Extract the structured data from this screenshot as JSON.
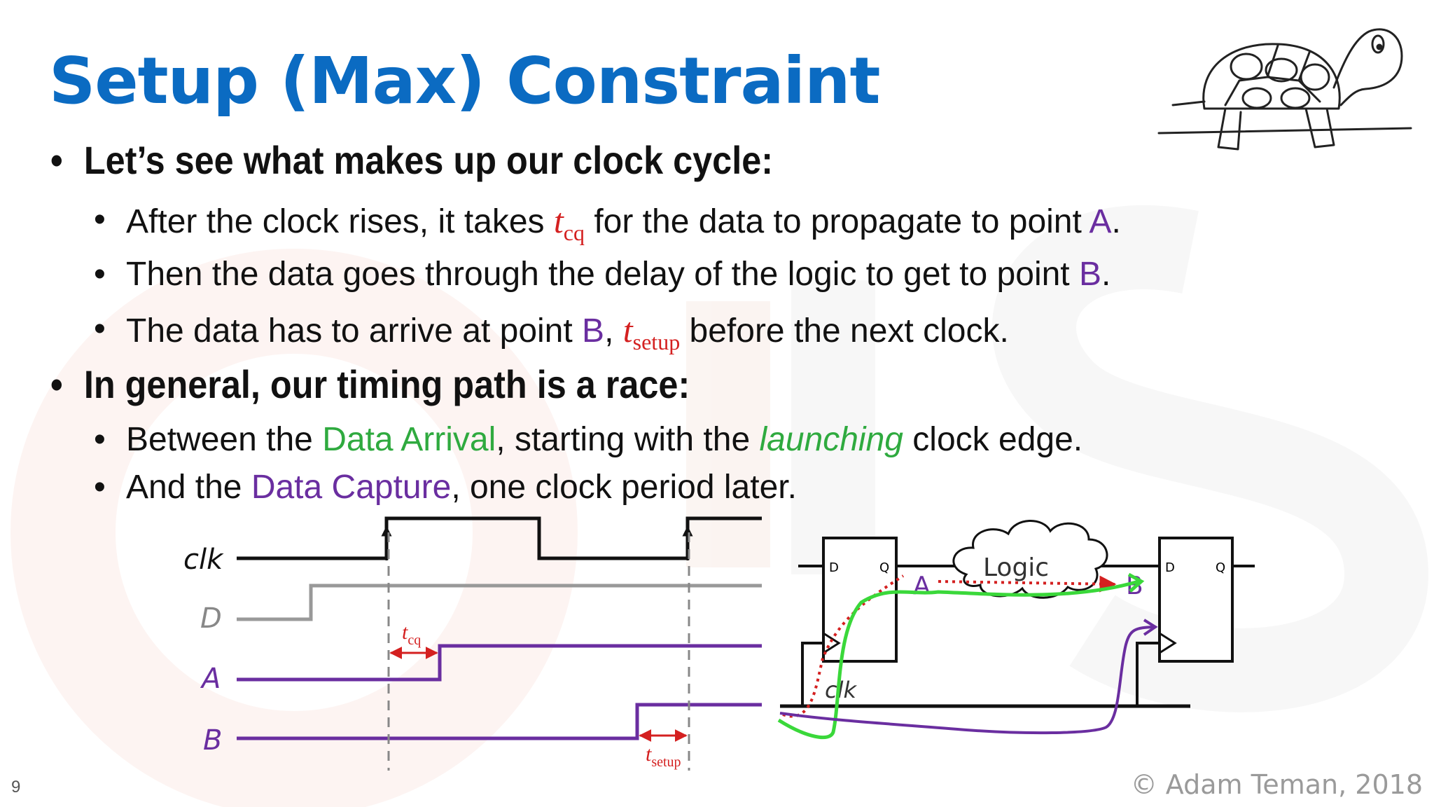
{
  "title": "Setup (Max) Constraint",
  "bullets": {
    "clock_cycle_heading": "Let’s see what makes up our clock cycle:",
    "tcq_line": {
      "pre": "After the clock rises, it takes ",
      "sym": "t",
      "sym_sub": "cq",
      "mid": " for the data to propagate to point ",
      "point": "A",
      "post": "."
    },
    "logic_line": {
      "pre": "Then the data goes through the delay of the logic to get to point ",
      "point": "B",
      "post": "."
    },
    "setup_line": {
      "pre": "The data has to arrive at point ",
      "point": "B",
      "comma": ", ",
      "sym": "t",
      "sym_sub": "setup",
      "post": " before the next clock."
    },
    "race_heading": "In general, our timing path is a race:",
    "arrival_line": {
      "pre": "Between the ",
      "term": "Data Arrival",
      "mid": ", starting with the ",
      "italic": "launching",
      "post": " clock edge."
    },
    "capture_line": {
      "pre": "And the ",
      "term": "Data Capture",
      "post": ", one clock period later."
    }
  },
  "timing_diagram": {
    "signals": [
      "clk",
      "D",
      "A",
      "B"
    ],
    "tcq_label": {
      "t": "t",
      "sub": "cq"
    },
    "tsetup_label": {
      "t": "t",
      "sub": "setup"
    }
  },
  "circuit": {
    "ff1": {
      "d": "D",
      "q": "Q"
    },
    "ff2": {
      "d": "D",
      "q": "Q"
    },
    "logic_label": "Logic",
    "point_a": "A",
    "point_b": "B",
    "clk_label": "clk"
  },
  "footer": {
    "slide_number": "9",
    "copyright": "© Adam Teman, 2018"
  },
  "colors": {
    "title": "#0b6bc2",
    "symbol_red": "#d42020",
    "point_purple": "#6a2ea0",
    "arrival_green": "#2faa3f",
    "gray_signal": "#999999"
  },
  "icons": [
    "turtle-drawing",
    "watermark-logo"
  ]
}
